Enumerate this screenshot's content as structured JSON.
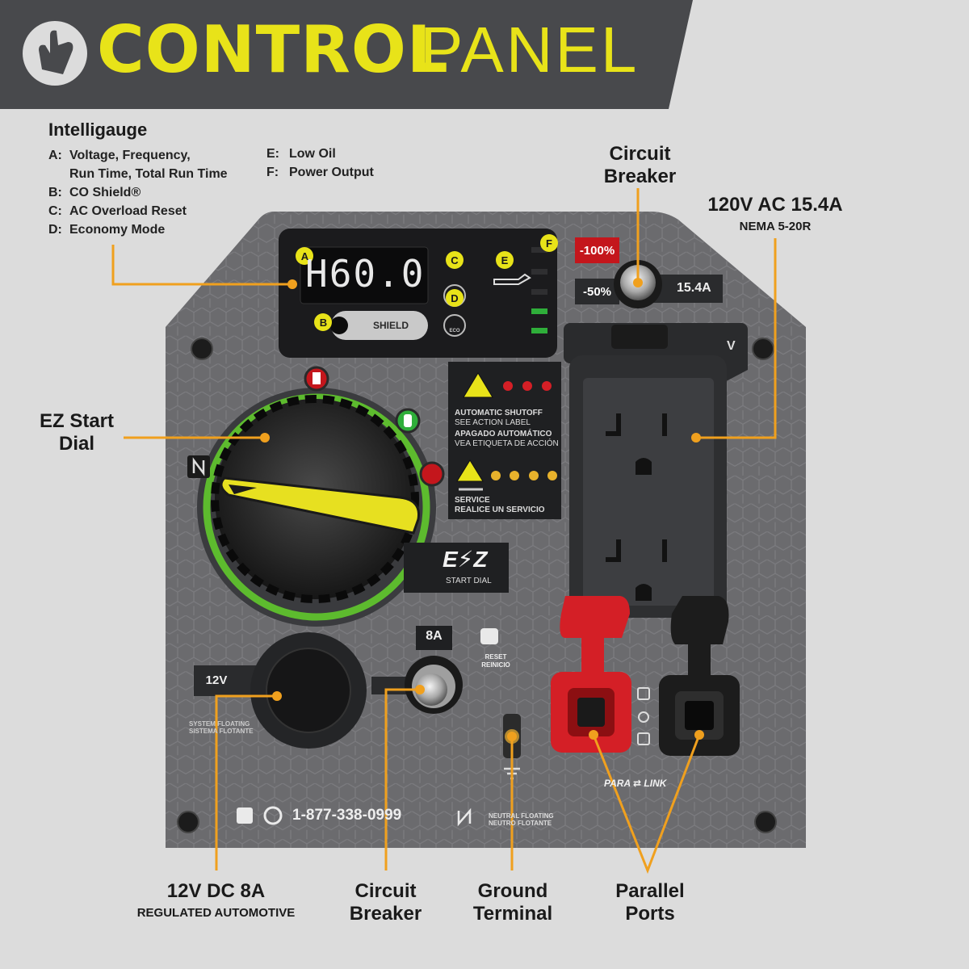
{
  "header": {
    "title_bold": "CONTROL",
    "title_light": "PANEL",
    "logo_icon": "hand-pointer-icon"
  },
  "intelligauge": {
    "heading": "Intelligauge",
    "items": [
      {
        "key": "A:",
        "text": "Voltage, Frequency,"
      },
      {
        "key": "",
        "text": "Run Time, Total Run Time"
      },
      {
        "key": "B:",
        "text": "CO Shield®"
      },
      {
        "key": "C:",
        "text": "AC Overload Reset"
      },
      {
        "key": "D:",
        "text": "Economy Mode"
      },
      {
        "key": "E:",
        "text": "Low Oil"
      },
      {
        "key": "F:",
        "text": "Power Output"
      }
    ]
  },
  "callouts": {
    "circuit_breaker_top": [
      "Circuit",
      "Breaker"
    ],
    "ac_outlet": "120V AC 15.4A",
    "ac_outlet_sub": "NEMA 5-20R",
    "ez_start": [
      "EZ Start",
      "Dial"
    ],
    "dc_outlet": "12V DC 8A",
    "dc_outlet_sub": "REGULATED AUTOMOTIVE",
    "circuit_breaker_bottom": [
      "Circuit",
      "Breaker"
    ],
    "ground": [
      "Ground",
      "Terminal"
    ],
    "parallel": [
      "Parallel",
      "Ports"
    ]
  },
  "panel": {
    "display_value": "H60.0",
    "letters": {
      "a": "A",
      "b": "B",
      "c": "C",
      "d": "D",
      "e": "E",
      "f": "F"
    },
    "co_shield_label": "SHIELD",
    "eco_label": "ECO",
    "level_100": "-100%",
    "level_50": "-50%",
    "breaker_ac_rating": "15.4A",
    "outlet_partial_label": "V",
    "auto_shutoff_en": [
      "AUTOMATIC SHUTOFF",
      "SEE ACTION LABEL"
    ],
    "auto_shutoff_es": [
      "APAGADO AUTOMÁTICO",
      "VEA ETIQUETA DE ACCIÓN"
    ],
    "service_en": "SERVICE",
    "service_es": "REALICE UN SERVICIO",
    "ez_logo": "E⚡Z",
    "ez_sub": "START DIAL",
    "dc_rating": "8A",
    "dc_voltage": "12V",
    "system_floating": [
      "SYSTEM FLOATING",
      "SISTEMA FLOTANTE"
    ],
    "reset_en": "RESET",
    "reset_es": "REINICIO",
    "phone": "1-877-338-0999",
    "neutral_floating": [
      "NEUTRAL FLOATING",
      "NEUTRO FLOTANTE"
    ],
    "paralink": [
      "PARA",
      "LINK"
    ],
    "dial_off_icon": "off-icon",
    "dial_fuel_icon": "fuel-pump-icon",
    "dial_propane_icon": "propane-tank-icon",
    "dial_no_fuel_icon": "no-fuel-icon"
  },
  "colors": {
    "accent_yellow": "#e8e319",
    "callout_orange": "#f0a01e",
    "panel_gray": "#6b6b6e",
    "dial_green": "#5dbb2e",
    "dark_gray": "#3a3b3e"
  }
}
